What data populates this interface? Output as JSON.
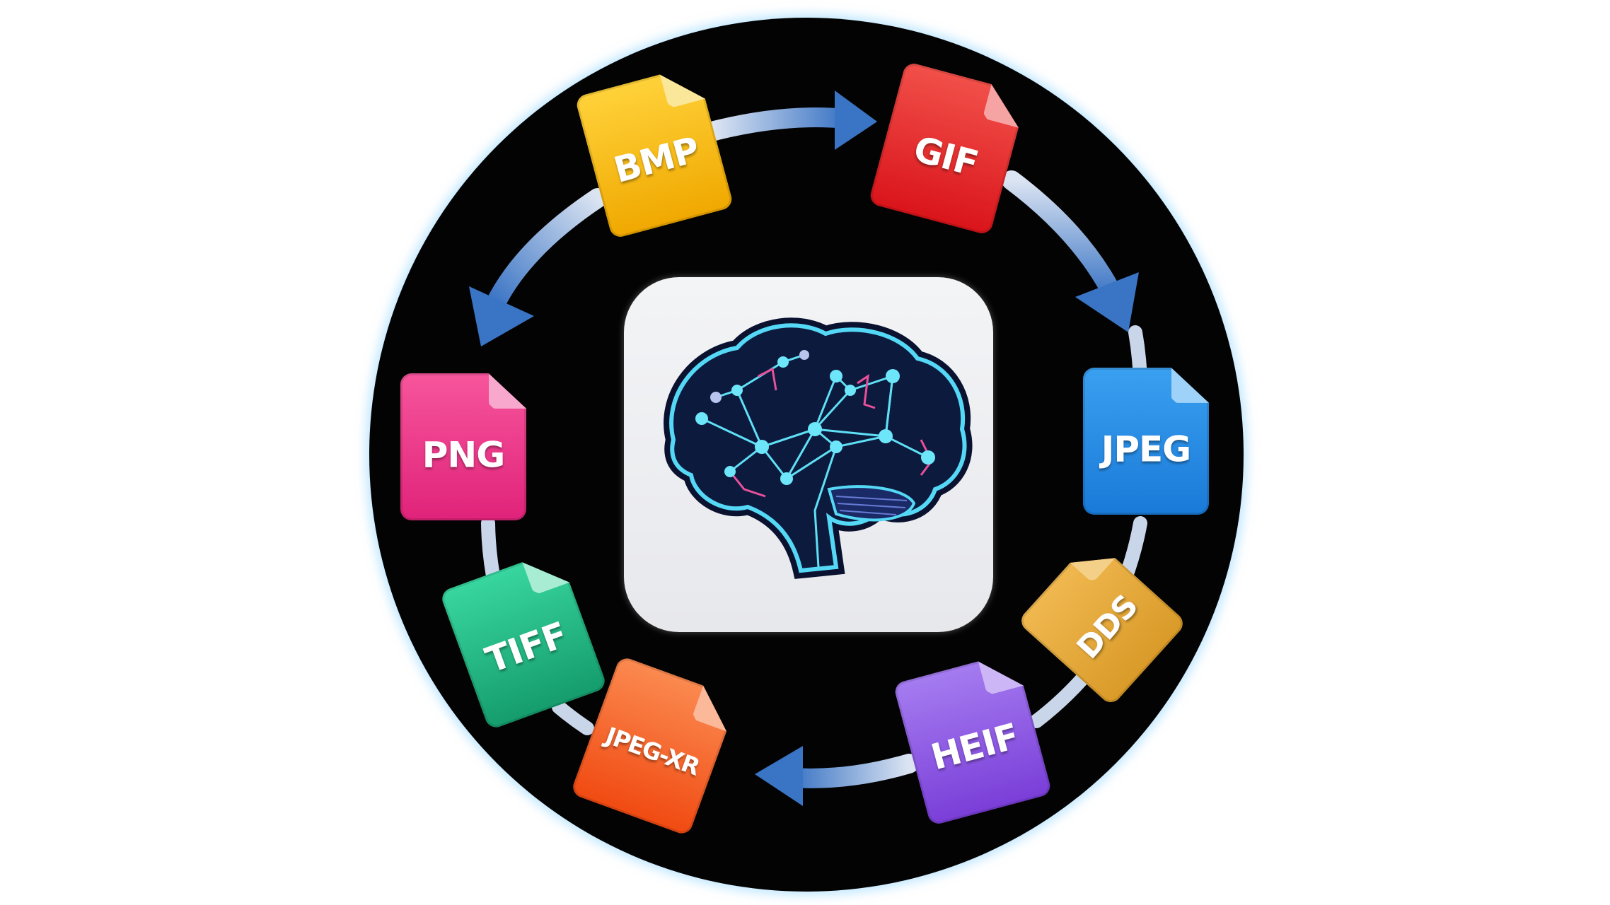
{
  "center_icon": {
    "name": "brain-network-icon",
    "tile_color": "#eeeff2",
    "brain_outline_color": "#55d8f5",
    "accent_color": "#e8509a"
  },
  "formats": [
    {
      "id": "bmp",
      "label": "BMP",
      "color_top": "#ffd23a",
      "color_bottom": "#f0a800",
      "fold": "#fbe79a"
    },
    {
      "id": "gif",
      "label": "GIF",
      "color_top": "#f2504a",
      "color_bottom": "#d9141a",
      "fold": "#f6a3a3"
    },
    {
      "id": "jpeg",
      "label": "JPEG",
      "color_top": "#3aa0f0",
      "color_bottom": "#1a7ad8",
      "fold": "#9fd2f8"
    },
    {
      "id": "dds",
      "label": "DDS",
      "color_top": "#f0b850",
      "color_bottom": "#d99a28",
      "fold": "#f4cf88"
    },
    {
      "id": "heif",
      "label": "HEIF",
      "color_top": "#a57cf0",
      "color_bottom": "#7a3ed8",
      "fold": "#cdb6f6"
    },
    {
      "id": "jpeg-xr",
      "label": "JPEG-XR",
      "color_top": "#fb8a50",
      "color_bottom": "#f04a12",
      "fold": "#fbb99a"
    },
    {
      "id": "tiff",
      "label": "TIFF",
      "color_top": "#38d6a0",
      "color_bottom": "#159c6c",
      "fold": "#a8ecd4"
    },
    {
      "id": "png",
      "label": "PNG",
      "color_top": "#f7559c",
      "color_bottom": "#e0237a",
      "fold": "#f7a8cc"
    }
  ],
  "ring": {
    "arrow_color": "#3a74c4",
    "track_color": "#c9d5e8",
    "background": "#030303",
    "glow": "#96d7ff"
  }
}
